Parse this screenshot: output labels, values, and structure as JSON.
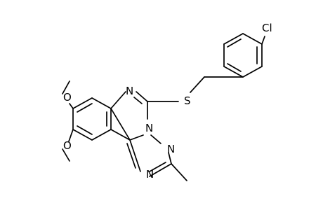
{
  "molecule": {
    "atoms": {
      "cl": "Cl",
      "s": "S",
      "n_top": "N",
      "n_bridge": "N",
      "n_right": "N",
      "n_bottom": "N",
      "o_upper": "O",
      "o_lower": "O"
    }
  }
}
